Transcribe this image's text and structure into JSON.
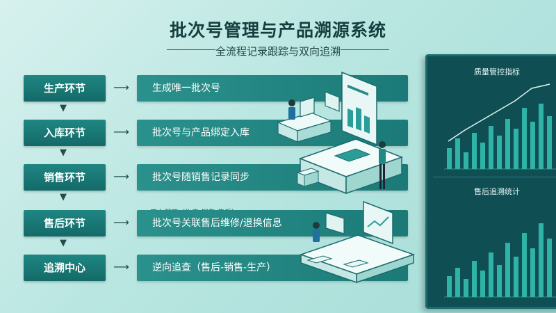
{
  "header": {
    "title": "批次号管理与产品溯源系统",
    "subtitle": "全流程记录跟踪与双向追溯"
  },
  "flow": [
    {
      "stage": "生产环节",
      "description": "生成唯一批次号"
    },
    {
      "stage": "入库环节",
      "description": "批次号与产品绑定入库"
    },
    {
      "stage": "销售环节",
      "description": "批次号随销售记录同步"
    },
    {
      "stage": "售后环节",
      "description": "批次号关联售后维修/退换信息"
    },
    {
      "stage": "追溯中心",
      "description": "逆向追查（售后-销售-生产）"
    }
  ],
  "forward_note": "正向溯源（生产-销售-售后）",
  "dashboard": {
    "panel_top_title": "质量管控指标",
    "panel_bottom_title": "售后追溯统计"
  },
  "colors": {
    "accent": "#1b7a77",
    "background": "#b9e6e1",
    "monitor": "#0f4f54"
  },
  "icons": [
    "arrow-right-icon",
    "arrow-down-icon"
  ]
}
